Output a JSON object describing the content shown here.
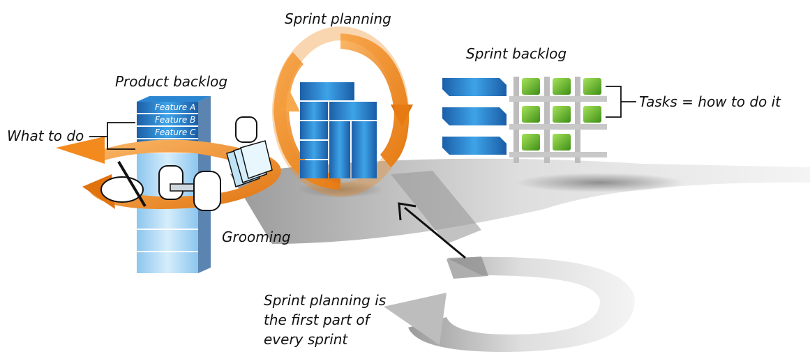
{
  "labels": {
    "sprint_planning": "Sprint planning",
    "product_backlog": "Product backlog",
    "sprint_backlog": "Sprint backlog",
    "what_to_do": "What to do",
    "tasks": "Tasks = how to do it",
    "grooming": "Grooming",
    "note_line1": "Sprint planning is",
    "note_line2": "the first part of",
    "note_line3": "every sprint"
  },
  "backlog_features": [
    "Feature A",
    "Feature B",
    "Feature C"
  ],
  "colors": {
    "orange": "#f28a1e",
    "blue": "#1f78c8",
    "green": "#6cc22f",
    "grey": "#cfcfcf"
  }
}
